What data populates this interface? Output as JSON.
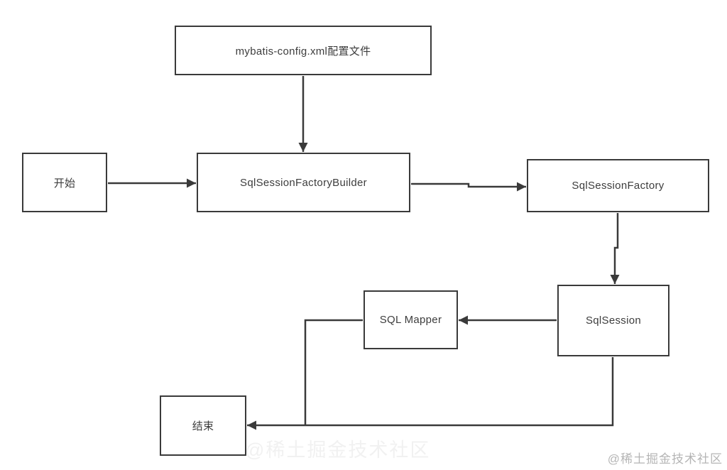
{
  "page": {
    "background": "#ffffff"
  },
  "diagram": {
    "nodes": {
      "config": {
        "label": "mybatis-config.xml配置文件"
      },
      "start": {
        "label": "开始"
      },
      "builder": {
        "label": "SqlSessionFactoryBuilder"
      },
      "factory": {
        "label": "SqlSessionFactory"
      },
      "session": {
        "label": "SqlSession"
      },
      "mapper": {
        "label": "SQL Mapper"
      },
      "end": {
        "label": "结束"
      }
    },
    "edges": [
      {
        "from": "config",
        "to": "builder",
        "arrow": true,
        "shape": "straight-down"
      },
      {
        "from": "start",
        "to": "builder",
        "arrow": true,
        "shape": "straight-right"
      },
      {
        "from": "builder",
        "to": "factory",
        "arrow": true,
        "shape": "right-with-jog"
      },
      {
        "from": "factory",
        "to": "session",
        "arrow": true,
        "shape": "down-with-jog"
      },
      {
        "from": "session",
        "to": "mapper",
        "arrow": true,
        "shape": "straight-left"
      },
      {
        "from": "mapper",
        "to": "end",
        "arrow": false,
        "shape": "elbow-left-down"
      },
      {
        "from": "session",
        "to": "end",
        "arrow": true,
        "shape": "elbow-down-left"
      }
    ],
    "colors": {
      "line": "#3a3a3a",
      "node_border": "#3a3a3a",
      "node_fill": "#ffffff",
      "text": "#3d3d3d",
      "watermark": "#b5b5b5"
    }
  },
  "watermark": {
    "text": "@稀土掘金技术社区"
  },
  "ghost_watermark": {
    "text": "@稀土掘金技术社区"
  }
}
